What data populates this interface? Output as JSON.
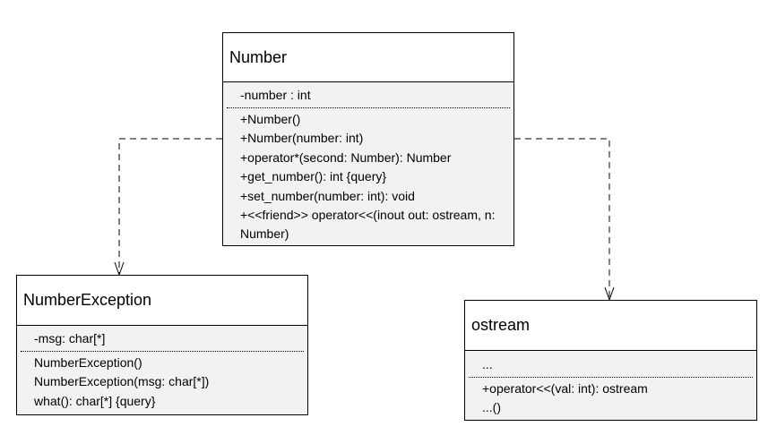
{
  "classes": {
    "number": {
      "name": "Number",
      "attributes": [
        "-number : int"
      ],
      "operations": [
        "+Number()",
        "+Number(number: int)",
        "+operator*(second: Number): Number",
        "+get_number(): int {query}",
        "+set_number(number: int): void",
        "+<<friend>> operator<<(inout out: ostream, n: Number)"
      ]
    },
    "number_exception": {
      "name": "NumberException",
      "attributes": [
        "-msg: char[*]"
      ],
      "operations": [
        "NumberException()",
        "NumberException(msg: char[*])",
        "what(): char[*] {query}"
      ]
    },
    "ostream": {
      "name": "ostream",
      "attributes": [
        "..."
      ],
      "operations": [
        "+operator<<(val: int): ostream",
        "...()"
      ]
    }
  },
  "relationships": [
    {
      "from": "Number",
      "to": "NumberException",
      "type": "dependency"
    },
    {
      "from": "Number",
      "to": "ostream",
      "type": "dependency"
    }
  ],
  "colors": {
    "line": "#000000",
    "class_body": "#f2f2f2",
    "class_header": "#ffffff"
  }
}
